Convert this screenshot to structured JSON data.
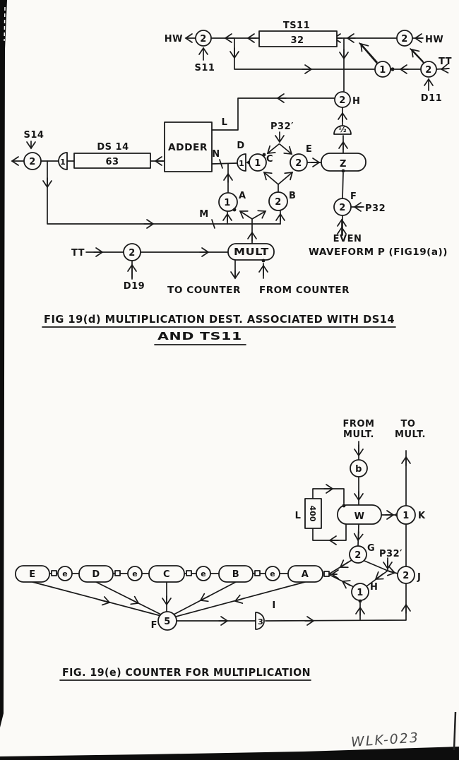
{
  "page": {
    "handwritten_mark": "WLK-023"
  },
  "fig_d": {
    "caption_line1": "FIG 19(d) MULTIPLICATION DEST. ASSOCIATED WITH DS14",
    "caption_line2": "AND TS11",
    "ts11_label": "TS11",
    "ts11_value": "32",
    "ds14_label": "DS 14",
    "ds14_value": "63",
    "adder": "ADDER",
    "mult": "MULT",
    "z": "Z",
    "half": "½",
    "hw_left": "HW",
    "s11": "S11",
    "gate_s11": "2",
    "hw_right": "HW",
    "gate_hw": "2",
    "tt_right": "TT",
    "gate_tt": "2",
    "d11": "D11",
    "gate_one": "1",
    "gate_h": "2",
    "label_h": "H",
    "label_l": "L",
    "label_n": "N",
    "label_m": "M",
    "gate_d": "1",
    "label_d": "D",
    "gate_c": "1",
    "label_c": "C",
    "gate_e": "2",
    "label_e": "E",
    "gate_a": "1",
    "label_a": "A",
    "gate_b": "2",
    "label_b": "B",
    "gate_f": "2",
    "label_f": "F",
    "p32_prime": "P32′",
    "p32": "P32",
    "s14": "S14",
    "gate_s14": "2",
    "gate_ds14": "1",
    "tt_bottom": "TT",
    "gate_tt2": "2",
    "d19": "D19",
    "to_counter": "TO COUNTER",
    "from_counter": "FROM COUNTER",
    "even1": "EVEN",
    "even2": "WAVEFORM P (FIG19(a))"
  },
  "fig_e": {
    "caption": "FIG. 19(e)  COUNTER FOR MULTIPLICATION",
    "from1": "FROM",
    "from2": "MULT.",
    "to1": "TO",
    "to2": "MULT.",
    "node_b": "b",
    "delay_value": "400",
    "label_l": "L",
    "w": "W",
    "gate_k": "1",
    "label_k": "K",
    "gate_g": "2",
    "label_g": "G",
    "gate_h": "1",
    "label_h": "H",
    "gate_j": "2",
    "label_j": "J",
    "p32_prime": "P32′",
    "gate_f": "5",
    "label_f": "F",
    "gate_i": "3",
    "label_i": "I",
    "stages": [
      "E",
      "D",
      "C",
      "B",
      "A"
    ],
    "couplers": [
      "e",
      "e",
      "e",
      "e"
    ]
  }
}
